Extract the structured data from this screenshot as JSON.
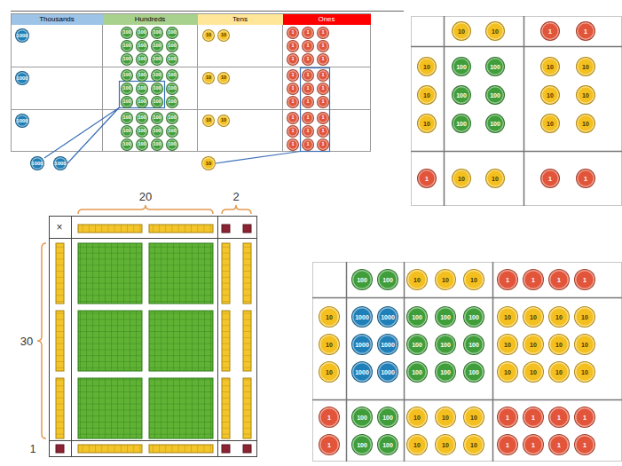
{
  "diagram": {
    "labels": [
      "Thousands",
      "Hundreds",
      "Tens",
      "Ones",
      "1000",
      "100",
      "100",
      "100",
      "100",
      "100",
      "100",
      "100",
      "100",
      "100",
      "100",
      "100",
      "100",
      "10",
      "10",
      "1",
      "1",
      "1",
      "1",
      "1",
      "1",
      "1",
      "1",
      "1",
      "1000",
      "100",
      "100",
      "100",
      "100",
      "100",
      "100",
      "100",
      "100",
      "100",
      "100",
      "100",
      "100",
      "10",
      "10",
      "1",
      "1",
      "1",
      "1",
      "1",
      "1",
      "1",
      "1",
      "1",
      "1000",
      "100",
      "100",
      "100",
      "100",
      "100",
      "100",
      "100",
      "100",
      "100",
      "100",
      "100",
      "100",
      "10",
      "10",
      "1",
      "1",
      "1",
      "1",
      "1",
      "1",
      "1",
      "1",
      "1",
      "1000",
      "1000",
      "10",
      "10",
      "10",
      "1",
      "1",
      "10",
      "100",
      "100",
      "10",
      "10",
      "10",
      "100",
      "100",
      "10",
      "10",
      "10",
      "100",
      "100",
      "10",
      "10",
      "1",
      "10",
      "10",
      "1",
      "1",
      "20",
      "2",
      "×",
      "30",
      "1",
      "100",
      "100",
      "10",
      "10",
      "10",
      "1",
      "1",
      "1",
      "1",
      "10",
      "1000",
      "1000",
      "100",
      "100",
      "100",
      "10",
      "10",
      "10",
      "10",
      "10",
      "1000",
      "1000",
      "100",
      "100",
      "100",
      "10",
      "10",
      "10",
      "10",
      "10",
      "1000",
      "1000",
      "100",
      "100",
      "100",
      "10",
      "10",
      "10",
      "10",
      "1",
      "100",
      "100",
      "10",
      "10",
      "10",
      "1",
      "1",
      "1",
      "1",
      "1",
      "100",
      "100",
      "10",
      "10",
      "10",
      "1",
      "1",
      "1",
      "1"
    ]
  }
}
